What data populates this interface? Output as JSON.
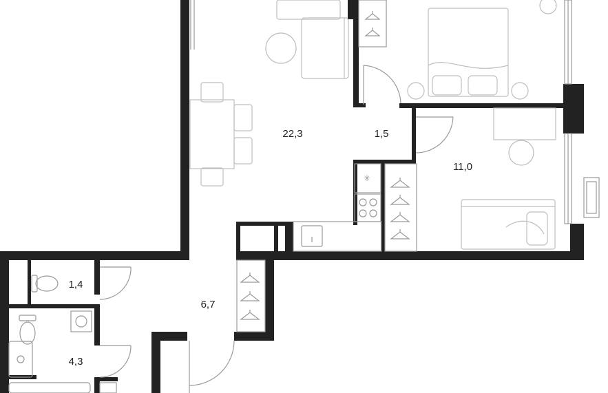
{
  "colors": {
    "wall": "#222222",
    "fixture": "#999999",
    "furniture": "#bdbdbd",
    "background": "#ffffff"
  },
  "rooms": [
    {
      "id": "living",
      "area": "22,3"
    },
    {
      "id": "corridor",
      "area": "1,5"
    },
    {
      "id": "bedroom",
      "area": "11,0"
    },
    {
      "id": "toilet",
      "area": "1,4"
    },
    {
      "id": "hall",
      "area": "6,7"
    },
    {
      "id": "bathroom",
      "area": "4,3"
    }
  ],
  "icons": [
    "hanger-icon",
    "stove-icon",
    "sink-icon",
    "toilet-icon",
    "bathtub-icon",
    "bed-icon",
    "chair-icon",
    "table-icon",
    "door-icon",
    "window-icon"
  ]
}
